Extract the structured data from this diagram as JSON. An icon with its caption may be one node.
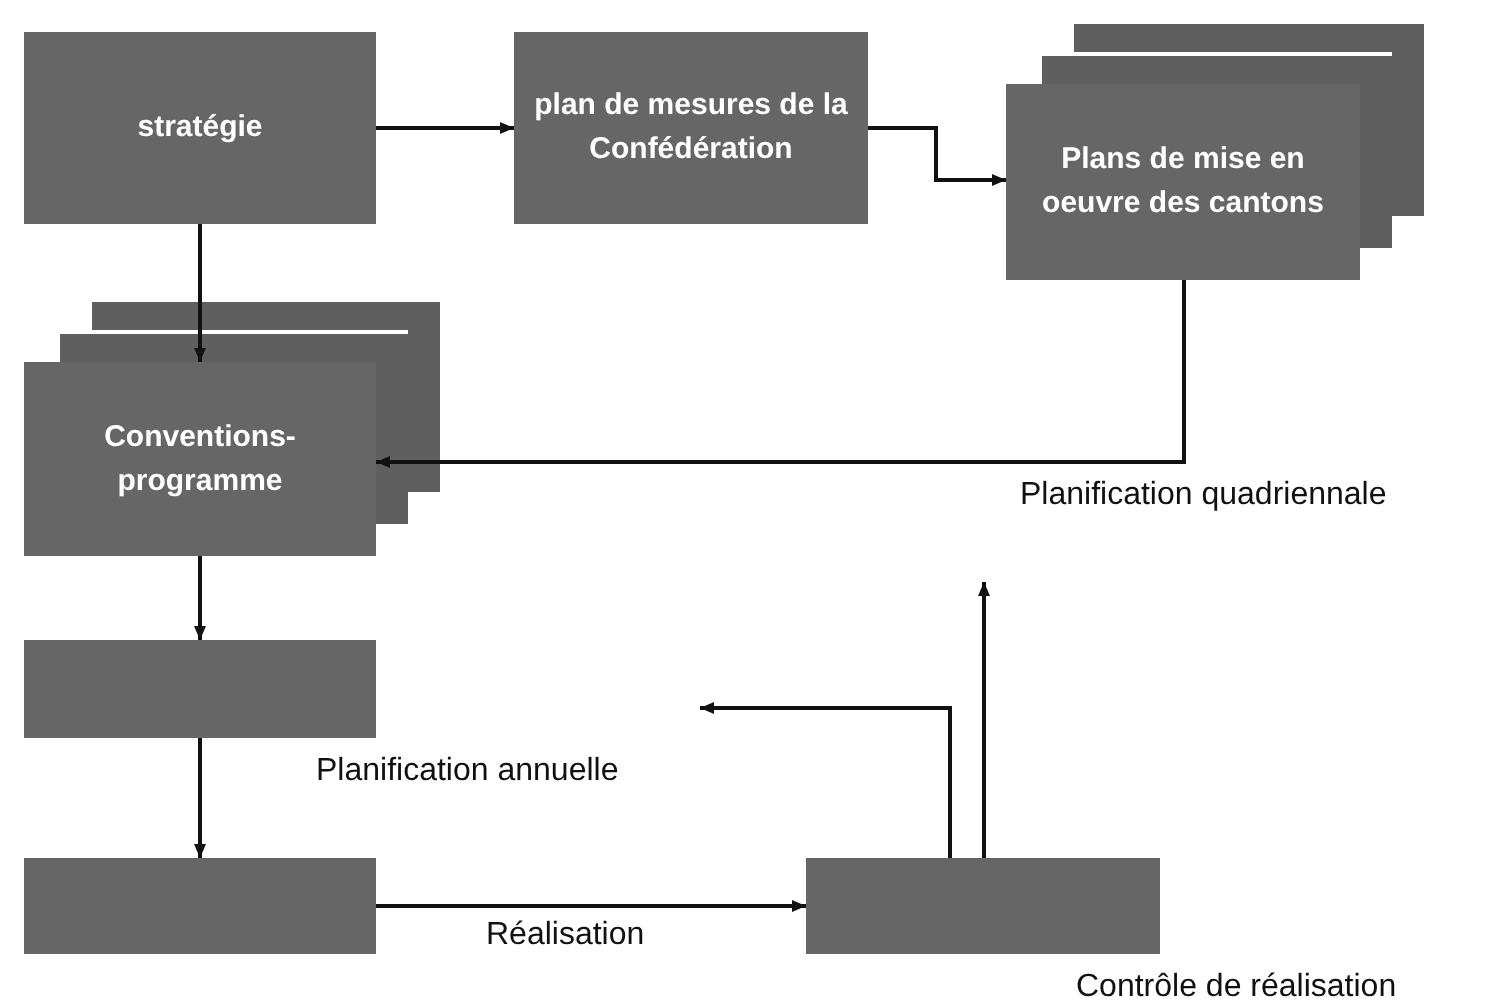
{
  "diagram": {
    "nodes": [
      {
        "text": [
          "stratégie"
        ]
      },
      {
        "text": [
          "plan de mesures de la Confédération"
        ]
      },
      {
        "text": [
          "Plans de mise en oeuvre des cantons"
        ]
      },
      {
        "text": [
          "Conventions-programme"
        ]
      },
      {
        "text": [],
        "shape": "box"
      },
      {
        "text": [],
        "shape": "box"
      },
      {
        "text": [],
        "shape": "box",
        "beside": [
          "Contrôle de réalisation"
        ]
      }
    ],
    "edges": [
      {
        "from": 0,
        "to": 1,
        "arrow": "to"
      },
      {
        "from": 1,
        "to": 2,
        "arrow": "to"
      },
      {
        "from": 0,
        "to": 3,
        "arrow": "to"
      },
      {
        "from": 2,
        "to": 3,
        "arrow": "to"
      },
      {
        "from": 3,
        "to": 4,
        "arrow": "to"
      },
      {
        "from": 4,
        "to": 5,
        "arrow": "to"
      },
      {
        "from": 5,
        "to": 6,
        "arrow": "to",
        "label": "Réalisation"
      },
      {
        "from": 6,
        "to": null,
        "arrow": "to"
      },
      {
        "from": 6,
        "to": null,
        "arrow": "to"
      }
    ],
    "labels": [
      "Planification quadriennale",
      "Planification annuelle"
    ]
  }
}
